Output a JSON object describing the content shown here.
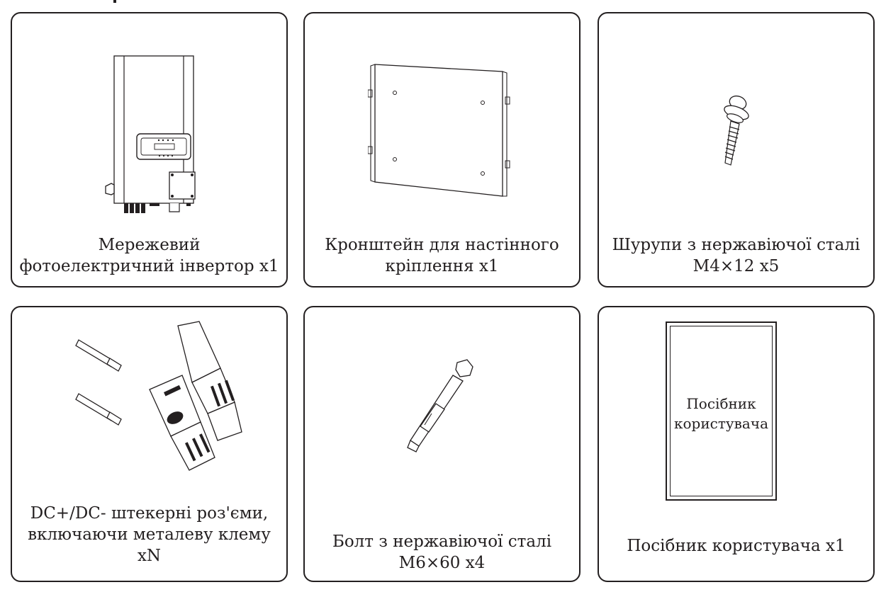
{
  "items": [
    {
      "caption_lines": [
        "Мережевий",
        "фотоелектричний інвертор x1"
      ],
      "icon": "inverter-icon"
    },
    {
      "caption_lines": [
        "Кронштейн для настінного",
        "кріплення x1"
      ],
      "icon": "wall-bracket-icon"
    },
    {
      "caption_lines": [
        "Шурупи з нержавіючої сталі",
        "M4×12 x5"
      ],
      "icon": "screw-icon"
    },
    {
      "caption_lines": [
        "DC+/DC- штекерні роз'єми,",
        "включаючи металеву клему",
        "xN"
      ],
      "icon": "dc-connector-icon"
    },
    {
      "caption_lines": [
        "Болт з нержавіючої сталі",
        "M6×60 x4"
      ],
      "icon": "expansion-bolt-icon"
    },
    {
      "caption_lines": [
        "Посібник користувача x1"
      ],
      "icon": "user-manual-icon",
      "cover_lines": [
        "Посібник",
        "користувача"
      ]
    }
  ]
}
